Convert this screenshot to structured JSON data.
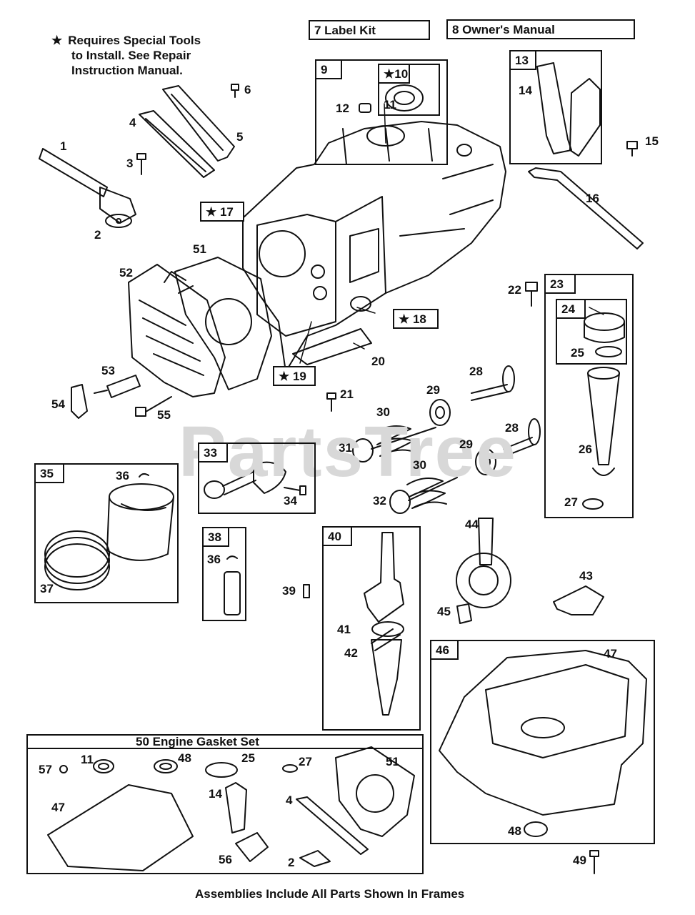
{
  "notes": {
    "star": "★",
    "special_tools": [
      "Requires Special Tools",
      "to Install. See Repair",
      "Instruction Manual."
    ],
    "footer": "Assemblies Include All Parts Shown In Frames"
  },
  "kits": {
    "label_kit": "7  Label Kit",
    "owners_manual": "8  Owner's Manual",
    "gasket_set": "50  Engine Gasket Set"
  },
  "watermark": "PartsTree",
  "callouts": {
    "p1": "1",
    "p2": "2",
    "p3": "3",
    "p4": "4",
    "p5": "5",
    "p6": "6",
    "p9": "9",
    "p10": "★10",
    "p11": "11",
    "p12": "12",
    "p13": "13",
    "p14": "14",
    "p15": "15",
    "p16": "16",
    "p17": "★ 17",
    "p18": "★ 18",
    "p19": "★ 19",
    "p20": "20",
    "p21": "21",
    "p22": "22",
    "p23": "23",
    "p24": "24",
    "p25": "25",
    "p26": "26",
    "p27": "27",
    "p28a": "28",
    "p28b": "28",
    "p29a": "29",
    "p29b": "29",
    "p30a": "30",
    "p30b": "30",
    "p31": "31",
    "p32": "32",
    "p33": "33",
    "p34": "34",
    "p35": "35",
    "p36a": "36",
    "p36b": "36",
    "p37": "37",
    "p38": "38",
    "p39": "39",
    "p40": "40",
    "p41": "41",
    "p42": "42",
    "p43": "43",
    "p44": "44",
    "p45": "45",
    "p46": "46",
    "p47": "47",
    "p48": "48",
    "p49": "49",
    "p51": "51",
    "p52": "52",
    "p53": "53",
    "p54": "54",
    "p55": "55",
    "g57": "57",
    "g11": "11",
    "g48": "48",
    "g25": "25",
    "g27": "27",
    "g51": "51",
    "g47": "47",
    "g14": "14",
    "g4": "4",
    "g56": "56",
    "g2": "2"
  }
}
